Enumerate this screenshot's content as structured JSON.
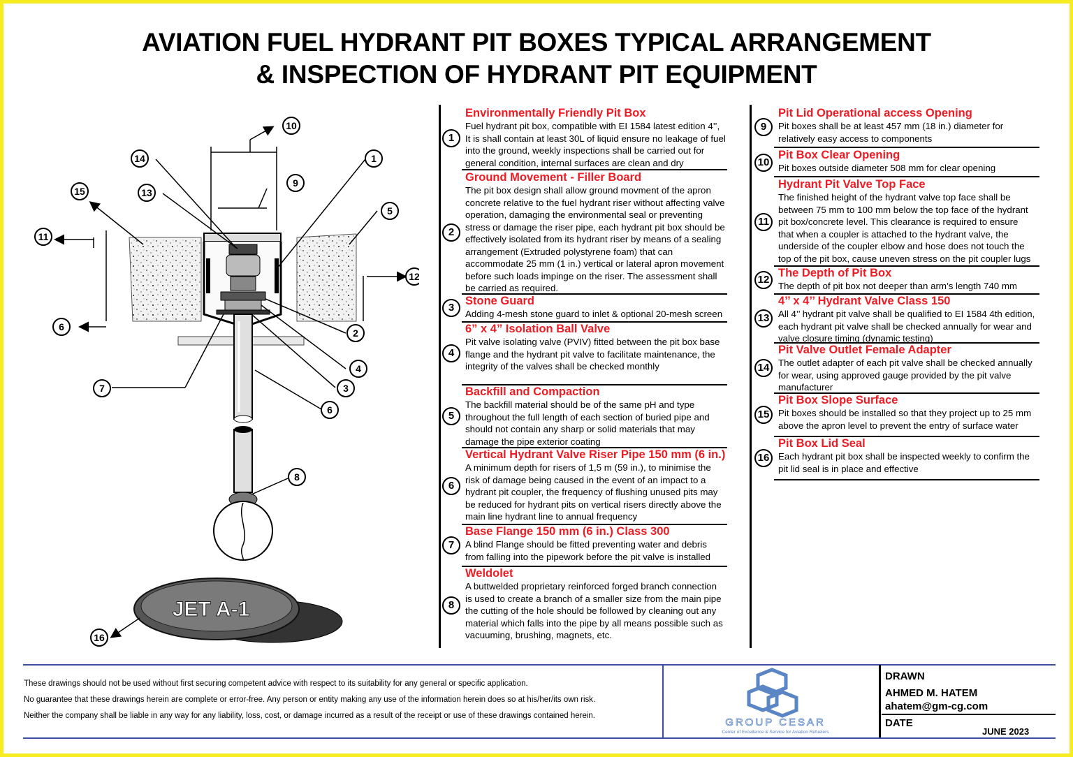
{
  "title": {
    "line1": "AVIATION FUEL HYDRANT PIT BOXES TYPICAL ARRANGEMENT",
    "line2": "& INSPECTION OF HYDRANT PIT EQUIPMENT"
  },
  "diagram": {
    "callouts": [
      "1",
      "2",
      "3",
      "4",
      "5",
      "6",
      "7",
      "8",
      "9",
      "10",
      "11",
      "12",
      "13",
      "14",
      "15",
      "16"
    ],
    "lid_text": "JET A-1"
  },
  "entries_left": [
    {
      "num": "1",
      "title": "Environmentally Friendly Pit Box",
      "lines": [
        "Fuel hydrant pit box, compatible with EI 1584 latest edition 4’’,",
        "It is shall contain at least 30L of liquid ensure no leakage of fuel",
        "into the ground, weekly inspections shall be carried out for",
        "general condition, internal surfaces are clean and dry"
      ]
    },
    {
      "num": "2",
      "title": "Ground Movement - Filler Board",
      "lines": [
        "The pit box design shall allow ground movment of the apron",
        "concrete relative to the fuel hydrant riser without affecting valve",
        "operation, damaging the environmental seal or preventing",
        "stress or damage the riser pipe, each hydrant pit box should be",
        "effectively isolated from its hydrant riser by means of a sealing",
        "arrangement (Extruded polystyrene foam) that can",
        "accommodate 25 mm (1 in.) vertical or lateral apron movement",
        "before such loads impinge on the riser. The assessment shall",
        "be carried as required."
      ]
    },
    {
      "num": "3",
      "title": "Stone Guard",
      "lines": [
        "Adding 4-mesh stone guard to inlet & optional 20-mesh screen"
      ]
    },
    {
      "num": "4",
      "title": "6” x 4” Isolation Ball Valve",
      "lines": [
        "Pit valve isolating valve (PVIV) fitted between the pit box base",
        "flange and the hydrant pit valve to facilitate maintenance, the",
        "integrity of the valves shall be checked monthly"
      ]
    },
    {
      "num": "5",
      "title": "Backfill and Compaction",
      "lines": [
        "The backfill material should be of the same pH and type",
        "throughout the full length of each section of buried pipe and",
        "should not contain any sharp or solid materials that may",
        "damage the pipe exterior coating"
      ]
    },
    {
      "num": "6",
      "title": "Vertical Hydrant Valve Riser Pipe 150 mm (6 in.)",
      "lines": [
        "A minimum depth for risers of 1,5 m (59 in.), to minimise the",
        "risk of damage being caused in the event of an impact to a",
        "hydrant pit coupler, the frequency of flushing unused pits may",
        "be reduced for hydrant pits on vertical risers directly above the",
        "main line hydrant line to annual frequency"
      ]
    },
    {
      "num": "7",
      "title": "Base Flange 150 mm (6 in.) Class 300",
      "lines": [
        "A blind Flange should be fitted preventing water and debris",
        "from falling into the pipework before the pit valve is installed"
      ]
    },
    {
      "num": "8",
      "title": "Weldolet",
      "lines": [
        "A buttwelded proprietary reinforced forged branch connection",
        "is used to create a branch of a smaller size from the main pipe",
        "the cutting of the hole should be followed by cleaning out any",
        "material which falls into the pipe by all means possible such as",
        "vacuuming, brushing, magnets, etc."
      ]
    }
  ],
  "entries_right": [
    {
      "num": "9",
      "title": "Pit Lid Operational access Opening",
      "lines": [
        "Pit boxes shall be at least 457 mm (18 in.) diameter for",
        "relatively easy access to components"
      ]
    },
    {
      "num": "10",
      "title": "Pit Box Clear Opening",
      "lines": [
        "Pit boxes outside diameter 508 mm for clear opening"
      ]
    },
    {
      "num": "11",
      "title": "Hydrant Pit Valve Top Face",
      "lines": [
        "The finished height of the hydrant valve top face shall be",
        "between 75 mm to 100 mm below the top face of the hydrant",
        "pit box/concrete level. This clearance is required to ensure",
        "that when a coupler is attached to the hydrant valve, the",
        "underside of the coupler elbow and hose does not touch the",
        "top of the pit box, cause uneven stress on the pit coupler lugs"
      ]
    },
    {
      "num": "12",
      "title": "The Depth of Pit Box",
      "lines": [
        "The depth of pit box not deeper than arm’s length 740 mm"
      ]
    },
    {
      "num": "13",
      "title": "4’’ x 4’’ Hydrant Valve Class 150",
      "lines": [
        "All 4’’ hydrant pit valve shall be qualified to EI 1584 4th edition,",
        "each hydrant pit valve shall be checked annually for wear and",
        "valve closure timing (dynamic testing)"
      ]
    },
    {
      "num": "14",
      "title": "Pit Valve Outlet Female Adapter",
      "lines": [
        "The outlet adapter of each pit valve shall be checked annually",
        "for wear, using approved gauge provided by the pit valve",
        "manufacturer"
      ]
    },
    {
      "num": "15",
      "title": "Pit Box Slope Surface",
      "lines": [
        "Pit boxes should be installed so that they project up to 25 mm",
        "above the apron level to prevent the entry of surface water"
      ]
    },
    {
      "num": "16",
      "title": "Pit Box Lid Seal",
      "lines": [
        "Each hydrant pit box shall be inspected weekly to confirm the",
        "pit lid seal is in place and effective"
      ]
    }
  ],
  "footer": {
    "disclaimer1": "These drawings should not be used without first securing competent advice with respect to its suitability for any general or specific application.",
    "disclaimer2": "No guarantee that these drawings herein are complete or error-free. Any person or entity making any use of the information herein does so at his/her/its own risk.",
    "disclaimer3": "Neither the company shall be liable in any way for any liability, loss, cost, or damage incurred as a result of the receipt or use of these drawings contained herein.",
    "logo_name": "GROUP CESAR",
    "logo_tagline": "Center of Excellence & Service for Aviation Refuelers",
    "drawn_label": "DRAWN",
    "drawn_name": "AHMED M. HATEM",
    "drawn_email": "ahatem@gm-cg.com",
    "date_label": "DATE",
    "date_value": "JUNE 2023"
  },
  "colors": {
    "border": "#f6ec1f",
    "heading_red": "#ed1c24",
    "footer_blue": "#3b4fa0",
    "logo_blue": "#5b86c5"
  }
}
